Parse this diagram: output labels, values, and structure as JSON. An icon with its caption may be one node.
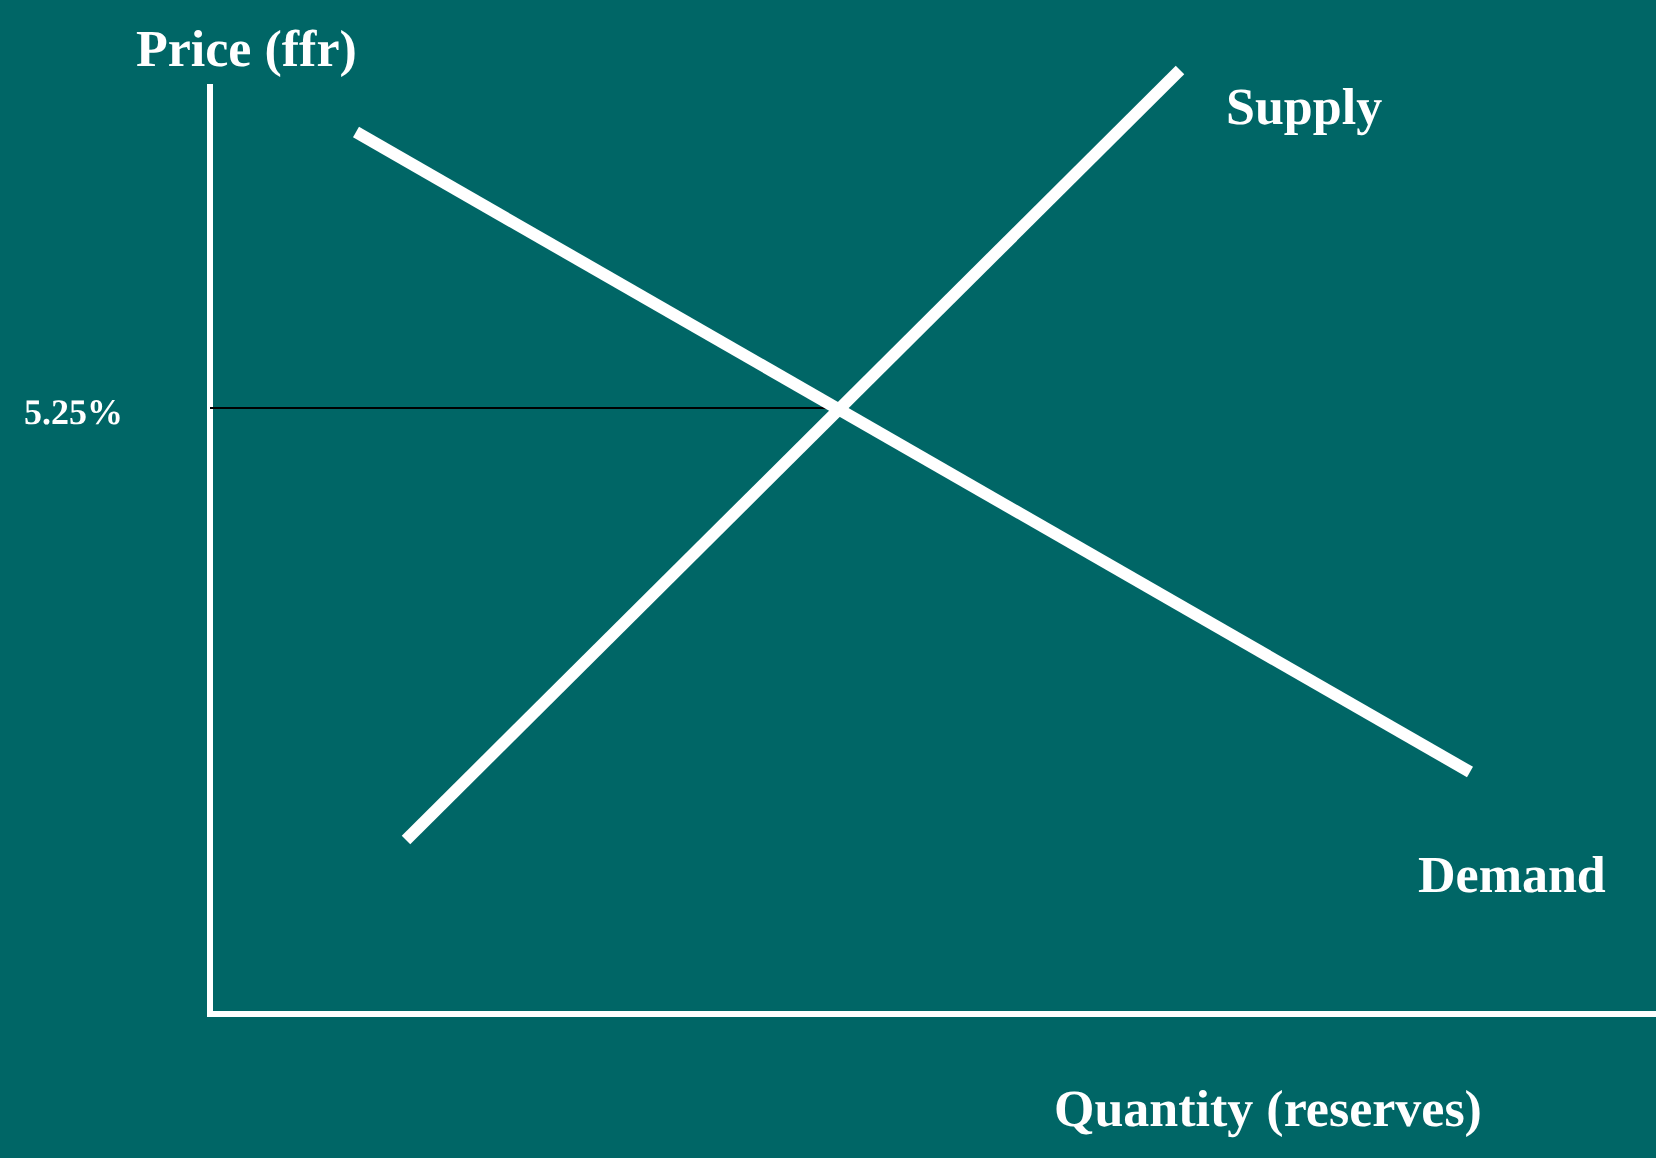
{
  "diagram": {
    "labels": [
      "Price (ffr)",
      "Supply",
      "5.25%",
      "Demand",
      "Quantity (reserves)"
    ]
  }
}
